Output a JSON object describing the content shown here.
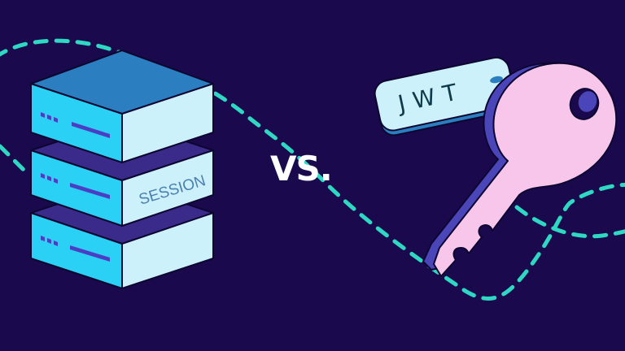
{
  "illustration": {
    "left_label": "SESSION",
    "center_label": "VS.",
    "tag_label": "JWT"
  },
  "icons": {
    "server_stack": "server-stack-icon",
    "key": "key-icon",
    "tag": "jwt-tag-icon"
  },
  "colors": {
    "background": "#1a0a4d",
    "dashed_path": "#2ed8c3",
    "server_top": "#2b7fc0",
    "server_front": "#2bd0f5",
    "server_side": "#cdf1fb",
    "server_gap": "#3a2a8a",
    "server_indicator": "#4a3fc4",
    "session_text": "#4a7fb0",
    "key_body": "#f7c6ea",
    "key_edge": "#4a45b8",
    "tag_body": "#cdf1fb",
    "tag_edge": "#2b7fc0",
    "tag_text": "#0e3a4a",
    "vs_text": "#ffffff",
    "outline": "#0d0630"
  }
}
